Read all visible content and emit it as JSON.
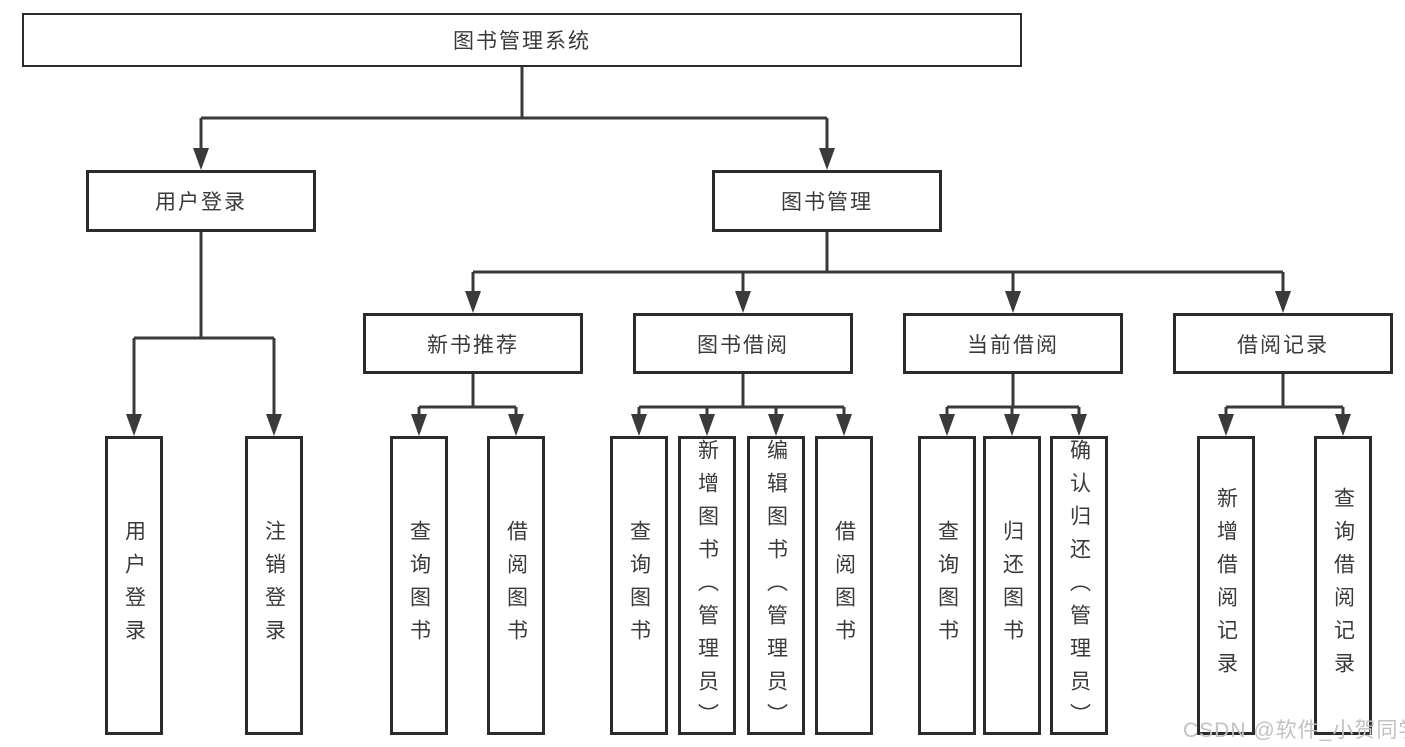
{
  "colors": {
    "background": "#ffffff",
    "line": "#3a3a3a",
    "box_border": "#2b2b2b",
    "text": "#3a3a3a",
    "watermark": "#c2c2c2"
  },
  "root": {
    "label": "图书管理系统"
  },
  "level2": [
    {
      "label": "用户登录"
    },
    {
      "label": "图书管理"
    }
  ],
  "level3": [
    {
      "label": "新书推荐"
    },
    {
      "label": "图书借阅"
    },
    {
      "label": "当前借阅"
    },
    {
      "label": "借阅记录"
    }
  ],
  "leaves": {
    "user_login": [
      "用户登录",
      "注销登录"
    ],
    "new_book_recommend": [
      "查询图书",
      "借阅图书"
    ],
    "book_borrow": [
      "查询图书",
      "新增图书（管理员）",
      "编辑图书（管理员）",
      "借阅图书"
    ],
    "current_borrow": [
      "查询图书",
      "归还图书",
      "确认归还（管理员）"
    ],
    "borrow_records": [
      "新增借阅记录",
      "查询借阅记录"
    ]
  },
  "watermark": {
    "text": "CSDN @软件_小贺同学"
  }
}
